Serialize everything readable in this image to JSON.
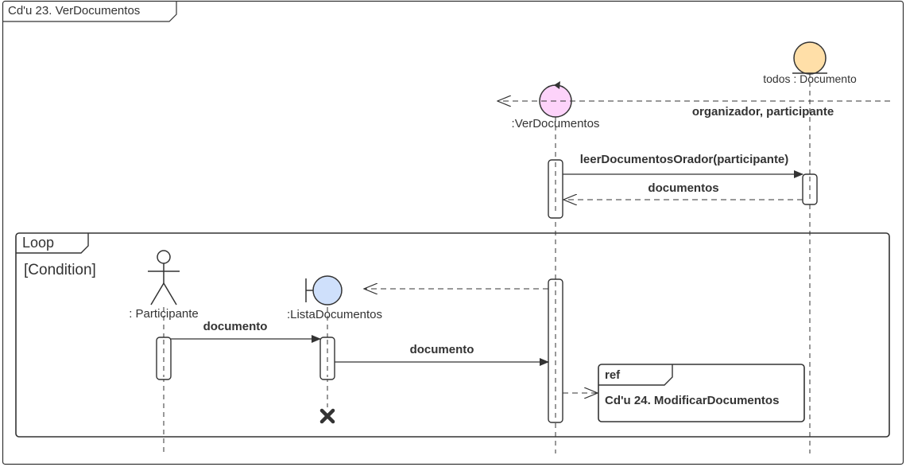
{
  "frame": {
    "title": "Cd'u 23. VerDocumentos"
  },
  "lifelines": {
    "documento": {
      "label": "todos : Documento",
      "color": "#ffdfa8"
    },
    "verdocumentos": {
      "label": ":VerDocumentos",
      "color": "#fdd3fa"
    },
    "participante": {
      "label": ": Participante"
    },
    "listadocumentos": {
      "label": ":ListaDocumentos",
      "color": "#cfe0fb"
    }
  },
  "messages": {
    "incoming_label": "organizador, participante",
    "call_label": "leerDocumentosOrador(participante)",
    "return_label": "documentos",
    "participante_to_lista": "documento",
    "lista_to_ver": "documento"
  },
  "loop": {
    "keyword": "Loop",
    "guard": "[Condition]"
  },
  "ref": {
    "keyword": "ref",
    "label": "Cd'u 24. ModificarDocumentos"
  }
}
